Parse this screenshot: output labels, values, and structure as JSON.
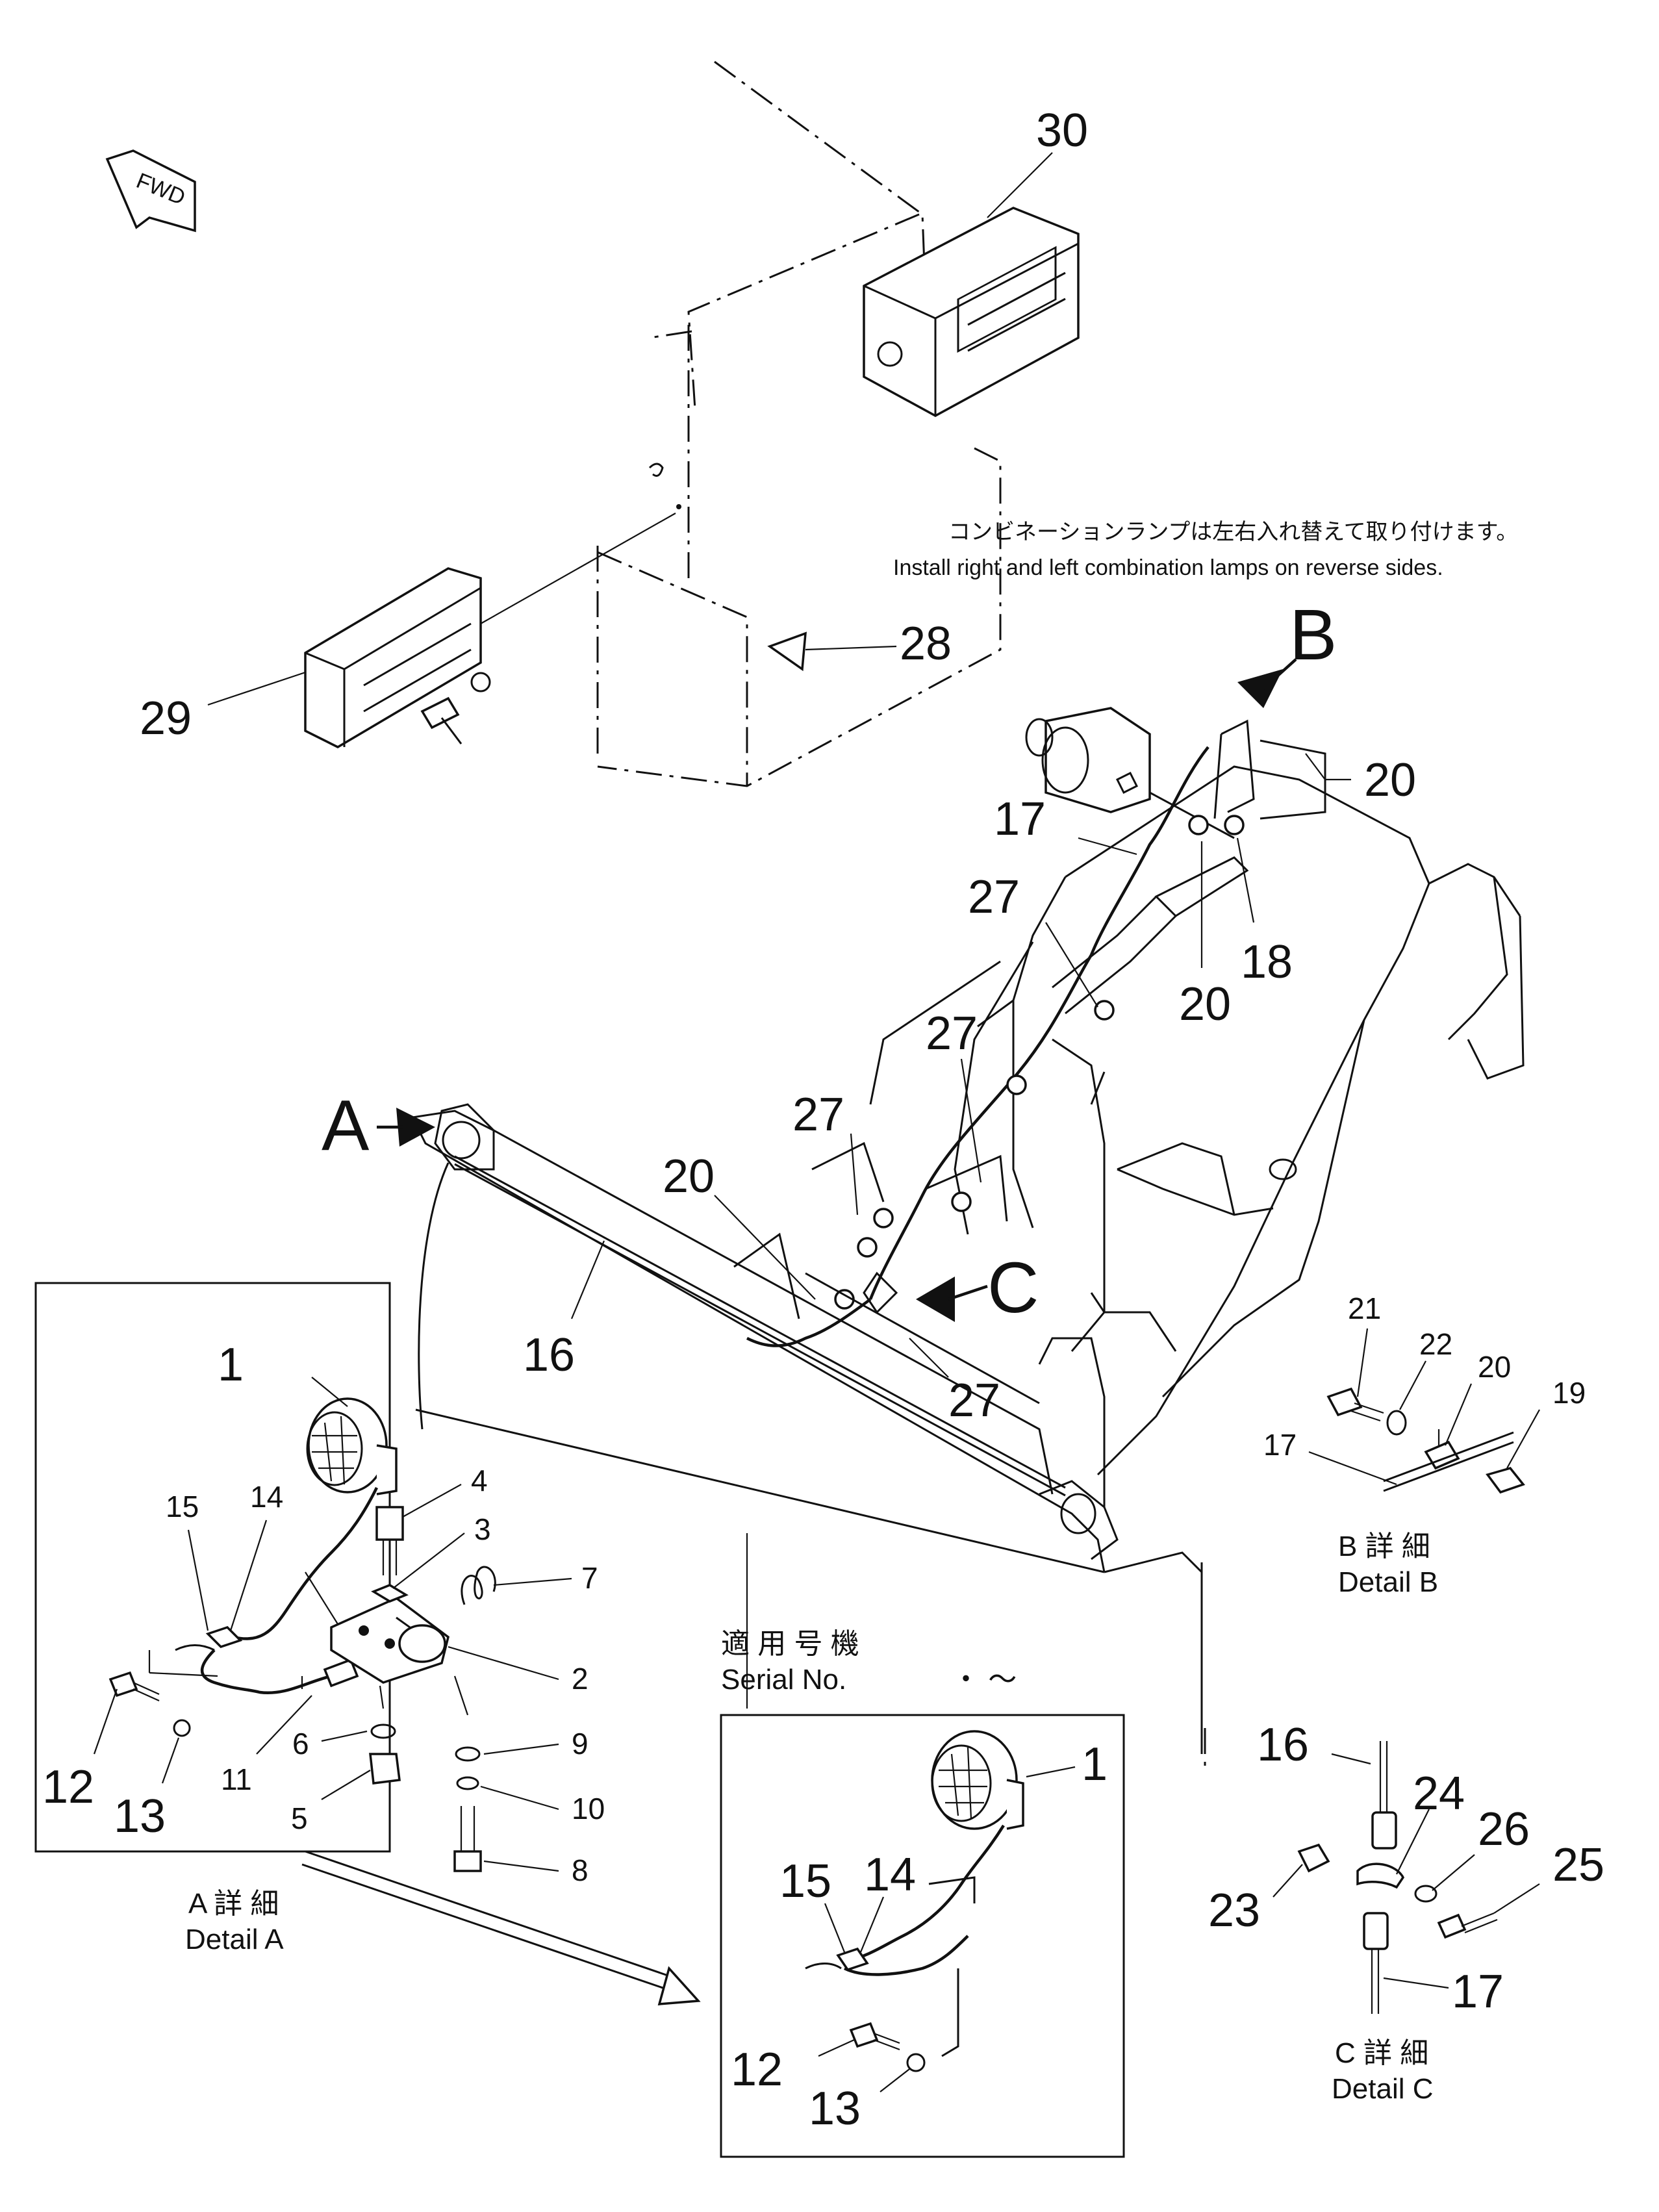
{
  "fwd_label": "FWD",
  "note": {
    "jp": "コンビネーションランプは左右入れ替えて取り付けます。",
    "en": "Install right and left combination lamps on reverse sides."
  },
  "detail_letters": {
    "a": "A",
    "b": "B",
    "c": "C"
  },
  "captions": {
    "detail_a_jp": "A 詳 細",
    "detail_a_en": "Detail A",
    "detail_b_jp": "B 詳 細",
    "detail_b_en": "Detail B",
    "detail_c_jp": "C 詳 細",
    "detail_c_en": "Detail C",
    "serial_jp": "適 用 号 機",
    "serial_en": "Serial No.",
    "serial_range": "・ ～"
  },
  "callouts": {
    "p30": "30",
    "p29": "29",
    "p28": "28",
    "p20a": "20",
    "p20b": "20",
    "p20c": "20",
    "p17a": "17",
    "p18": "18",
    "p27a": "27",
    "p27b": "27",
    "p27c": "27",
    "p27d": "27",
    "p16": "16",
    "a1": "1",
    "a15": "15",
    "a14": "14",
    "a4": "4",
    "a3": "3",
    "a7": "7",
    "a2": "2",
    "a12": "12",
    "a13": "13",
    "a11": "11",
    "a6": "6",
    "a5": "5",
    "a9": "9",
    "a10": "10",
    "a8": "8",
    "b21": "21",
    "b22": "22",
    "b20": "20",
    "b19": "19",
    "b17": "17",
    "s1": "1",
    "s15": "15",
    "s14": "14",
    "s12": "12",
    "s13": "13",
    "c16": "16",
    "c24": "24",
    "c26": "26",
    "c25": "25",
    "c23": "23",
    "c17": "17"
  }
}
